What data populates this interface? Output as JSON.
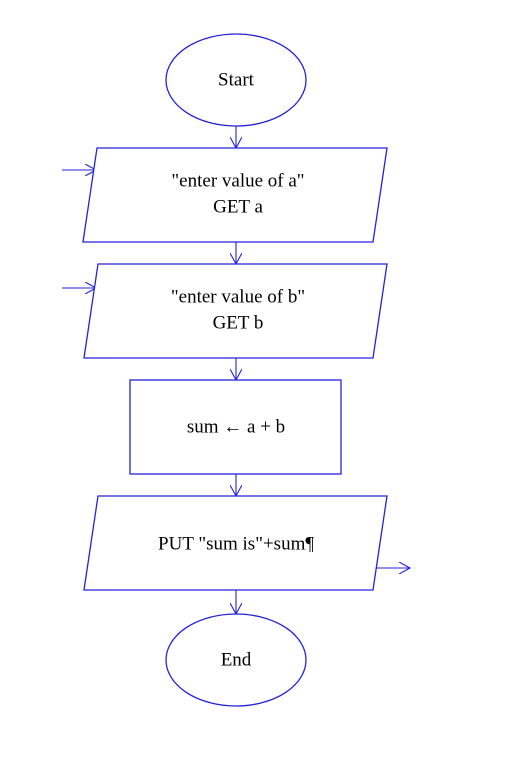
{
  "diagram": {
    "type": "flowchart",
    "stroke_color": "#2323d8",
    "text_color": "#000000",
    "nodes": {
      "start": {
        "shape": "terminator",
        "label": "Start"
      },
      "input_a": {
        "shape": "input",
        "line1": "\"enter value of a\"",
        "line2": "GET a"
      },
      "input_b": {
        "shape": "input",
        "line1": "\"enter value of b\"",
        "line2": "GET b"
      },
      "process_sum": {
        "shape": "process",
        "label": "sum ← a + b"
      },
      "output_sum": {
        "shape": "output",
        "label": "PUT \"sum is\"+sum¶"
      },
      "end": {
        "shape": "terminator",
        "label": "End"
      }
    },
    "edges": [
      {
        "from": "start",
        "to": "input_a"
      },
      {
        "from": "input_a",
        "to": "input_b"
      },
      {
        "from": "input_b",
        "to": "process_sum"
      },
      {
        "from": "process_sum",
        "to": "output_sum"
      },
      {
        "from": "output_sum",
        "to": "end"
      }
    ]
  }
}
